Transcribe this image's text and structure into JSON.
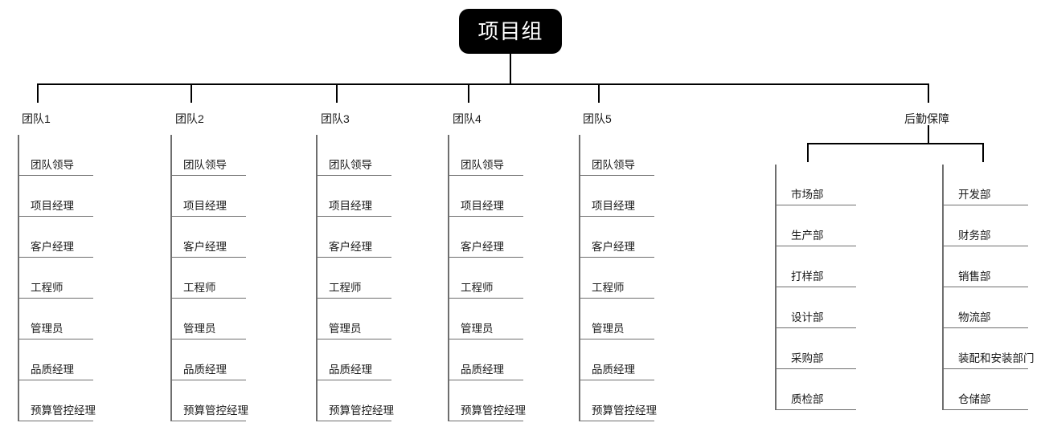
{
  "diagram": {
    "title": "项目组",
    "type": "organization-chart",
    "colors": {
      "root_background": "#000000",
      "root_text": "#ffffff",
      "connector": "#000000",
      "column_rule": "#6e6e6e",
      "text": "#1a1a1a",
      "canvas": "#ffffff"
    }
  },
  "root": {
    "label": "项目组"
  },
  "teams": [
    {
      "label": "团队1",
      "members": [
        "团队领导",
        "项目经理",
        "客户经理",
        "工程师",
        "管理员",
        "品质经理",
        "预算管控经理"
      ]
    },
    {
      "label": "团队2",
      "members": [
        "团队领导",
        "项目经理",
        "客户经理",
        "工程师",
        "管理员",
        "品质经理",
        "预算管控经理"
      ]
    },
    {
      "label": "团队3",
      "members": [
        "团队领导",
        "项目经理",
        "客户经理",
        "工程师",
        "管理员",
        "品质经理",
        "预算管控经理"
      ]
    },
    {
      "label": "团队4",
      "members": [
        "团队领导",
        "项目经理",
        "客户经理",
        "工程师",
        "管理员",
        "品质经理",
        "预算管控经理"
      ]
    },
    {
      "label": "团队5",
      "members": [
        "团队领导",
        "项目经理",
        "客户经理",
        "工程师",
        "管理员",
        "品质经理",
        "预算管控经理"
      ]
    }
  ],
  "logistics": {
    "label": "后勤保障",
    "columns": [
      {
        "departments": [
          "市场部",
          "生产部",
          "打样部",
          "设计部",
          "采购部",
          "质检部"
        ]
      },
      {
        "departments": [
          "开发部",
          "财务部",
          "销售部",
          "物流部",
          "装配和安装部门",
          "仓储部"
        ]
      }
    ]
  }
}
